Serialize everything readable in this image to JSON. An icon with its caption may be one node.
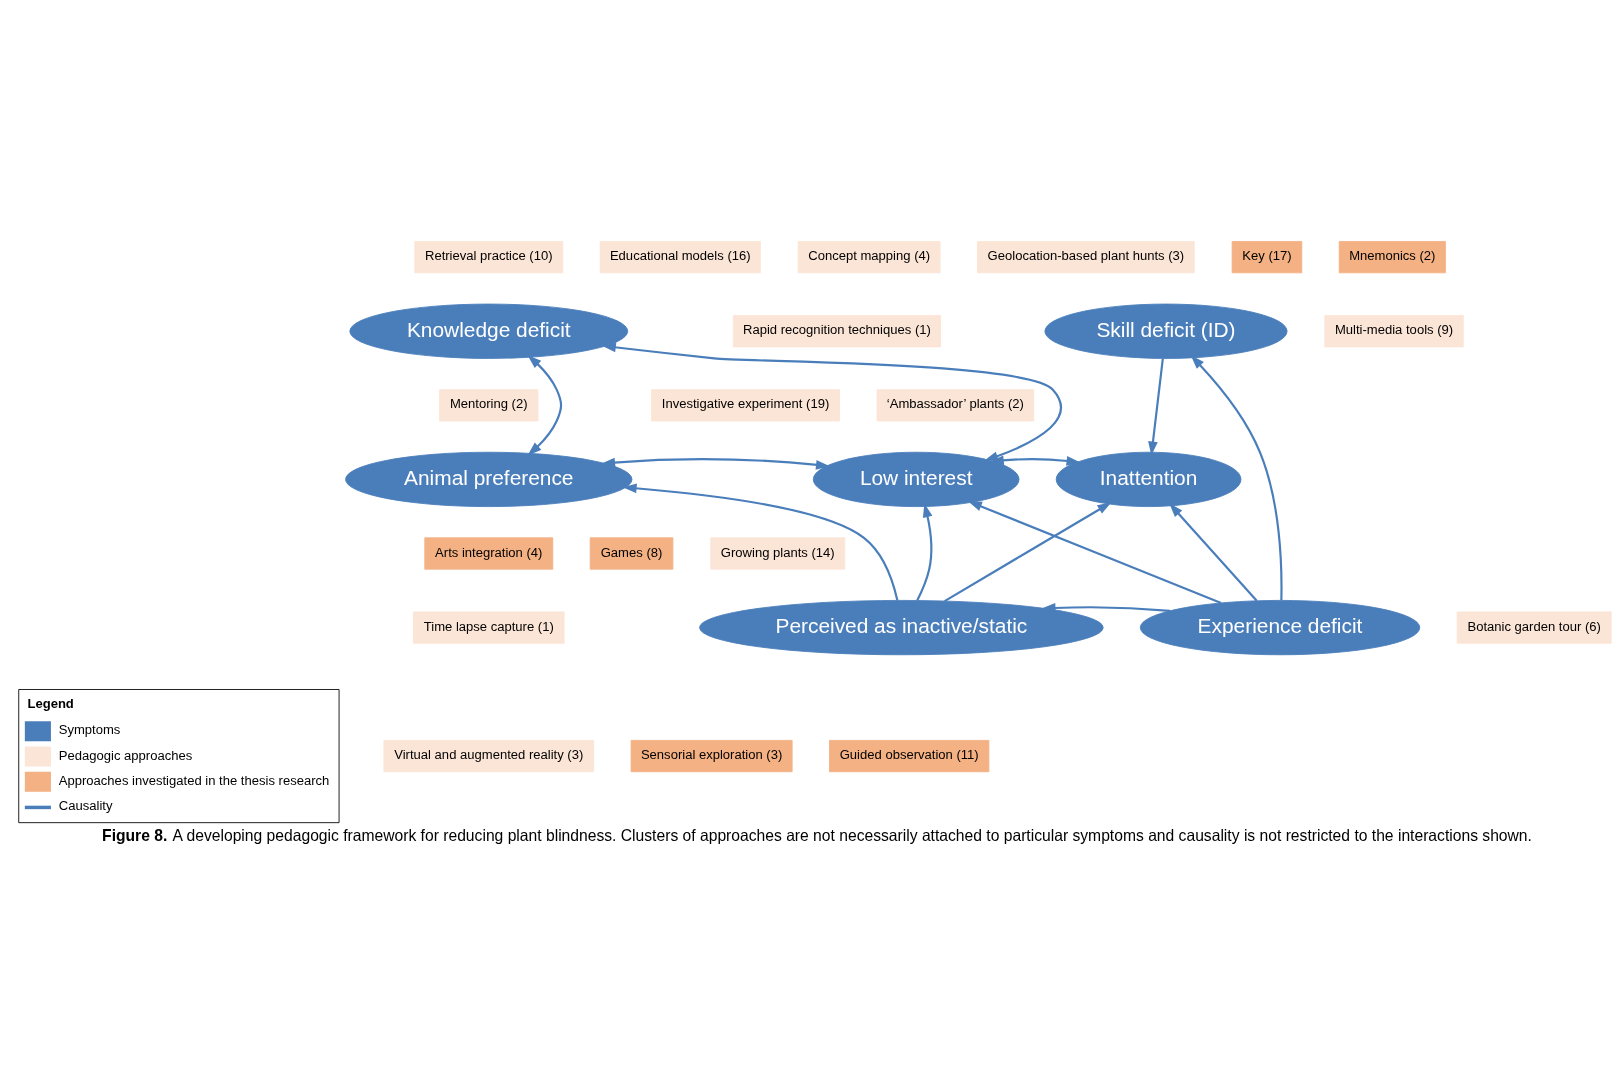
{
  "diagram": {
    "caption": "**Figure 8.** A developing pedagogic framework for reducing plant blindness. Clusters of approaches are not necessarily attached to particular symptoms and causality is not restricted to the interactions shown.",
    "nodes": [
      {
        "text": [
          "Retrieval practice (10)"
        ]
      },
      {
        "text": [
          "Educational models (16)"
        ]
      },
      {
        "text": [
          "Knowledge deficit"
        ]
      },
      {
        "text": [
          "Concept mapping (4)"
        ]
      },
      {
        "text": [
          "Geolocation-based plant hunts (3)"
        ]
      },
      {
        "text": [
          "Key (17)"
        ]
      },
      {
        "text": [
          "Skill deficit (ID)"
        ]
      },
      {
        "text": [
          "Mnemonics (2)"
        ]
      },
      {
        "text": [
          "Multi-media tools (9)"
        ]
      },
      {
        "text": [
          "Rapid recognition techniques (1)"
        ]
      },
      {
        "text": [
          "Investigative experiment (19)"
        ]
      },
      {
        "text": [
          "Mentoring (2)"
        ]
      },
      {
        "text": [
          "Low interest"
        ]
      },
      {
        "text": [
          "Inattention"
        ]
      },
      {
        "text": [
          "‘Ambassador’ plants (2)"
        ]
      },
      {
        "text": [
          "Animal preference"
        ]
      },
      {
        "text": [
          "Arts integration (4)"
        ]
      },
      {
        "text": [
          "Games (8)"
        ]
      },
      {
        "text": [
          "Growing plants (14)"
        ]
      },
      {
        "text": [
          "Experience deficit"
        ]
      },
      {
        "text": [
          "Botanic garden tour (6)"
        ]
      },
      {
        "text": [
          "Time lapse capture (1)"
        ]
      },
      {
        "text": [
          "Perceived as inactive/static"
        ]
      },
      {
        "text": [
          "Sensorial exploration (3)"
        ]
      },
      {
        "text": [
          "Guided observation (11)"
        ]
      },
      {
        "text": [
          "Virtual and augmented reality (3)"
        ]
      }
    ],
    "edges": [
      {
        "from": 2,
        "to": 15,
        "arrow": "both"
      },
      {
        "from": 2,
        "to": 12,
        "arrow": "both"
      },
      {
        "from": 12,
        "to": 15,
        "arrow": "both"
      },
      {
        "from": 12,
        "to": 13,
        "arrow": "both"
      },
      {
        "from": 6,
        "to": 13,
        "arrow": "to"
      },
      {
        "from": 19,
        "to": 6,
        "arrow": "to"
      },
      {
        "from": 19,
        "to": 13,
        "arrow": "to"
      },
      {
        "from": 19,
        "to": 12,
        "arrow": "to"
      },
      {
        "from": 19,
        "to": 22,
        "arrow": "to"
      },
      {
        "from": 22,
        "to": 13,
        "arrow": "to"
      },
      {
        "from": 22,
        "to": 12,
        "arrow": "to"
      },
      {
        "from": 22,
        "to": 15,
        "arrow": "to"
      }
    ],
    "labels": [
      "Legend"
    ],
    "legend": [
      {
        "text": "Symptoms",
        "color": "#4a7ebb"
      },
      {
        "text": "Pedagogic approaches",
        "color": "#fbe5d6"
      },
      {
        "text": "Approaches investigated in the thesis research",
        "color": "#f4b183"
      },
      {
        "text": "Causality"
      }
    ]
  }
}
